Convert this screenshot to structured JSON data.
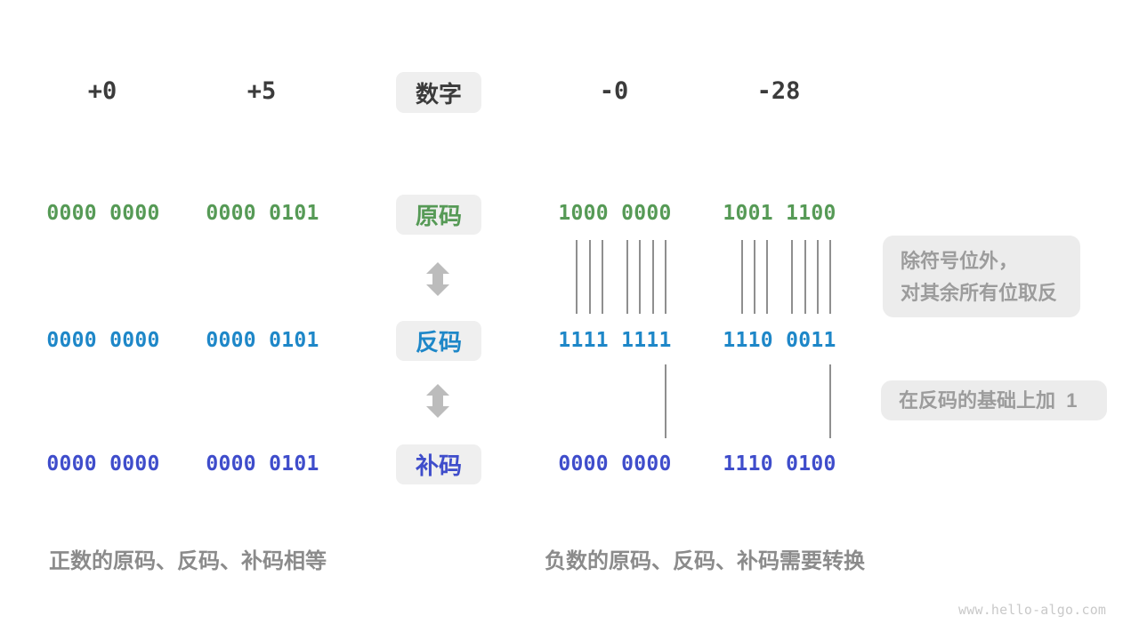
{
  "title_row": {
    "values": [
      "+0",
      "+5",
      "-0",
      "-28"
    ],
    "label": "数字"
  },
  "rows": [
    {
      "name": "sign-magnitude",
      "label": "原码",
      "color": "#569a56",
      "values": [
        "0000 0000",
        "0000 0101",
        "1000 0000",
        "1001 1100"
      ]
    },
    {
      "name": "ones-complement",
      "label": "反码",
      "color": "#1e87c8",
      "values": [
        "0000 0000",
        "0000 0101",
        "1111 1111",
        "1110 0011"
      ]
    },
    {
      "name": "twos-complement",
      "label": "补码",
      "color": "#3f4dcb",
      "values": [
        "0000 0000",
        "0000 0101",
        "0000 0000",
        "1110 0100"
      ]
    }
  ],
  "annotations": {
    "invert_line1": "除符号位外，",
    "invert_line2": "对其余所有位取反",
    "add_one": "在反码的基础上加  1"
  },
  "captions": {
    "positive": "正数的原码、反码、补码相等",
    "negative": "负数的原码、反码、补码需要转换"
  },
  "watermark": "www.hello-algo.com",
  "colors": {
    "number_text": "#3b3b3b",
    "sign_magnitude": "#569a56",
    "ones_complement": "#1e87c8",
    "twos_complement": "#3f4dcb",
    "box_background": "#efefef",
    "annotation_text": "#9c9c9c",
    "caption_text": "#8b8b8b",
    "connector_line": "#8f8f8f",
    "arrow": "#bcbcbc",
    "watermark_text": "#c9c9c9"
  }
}
